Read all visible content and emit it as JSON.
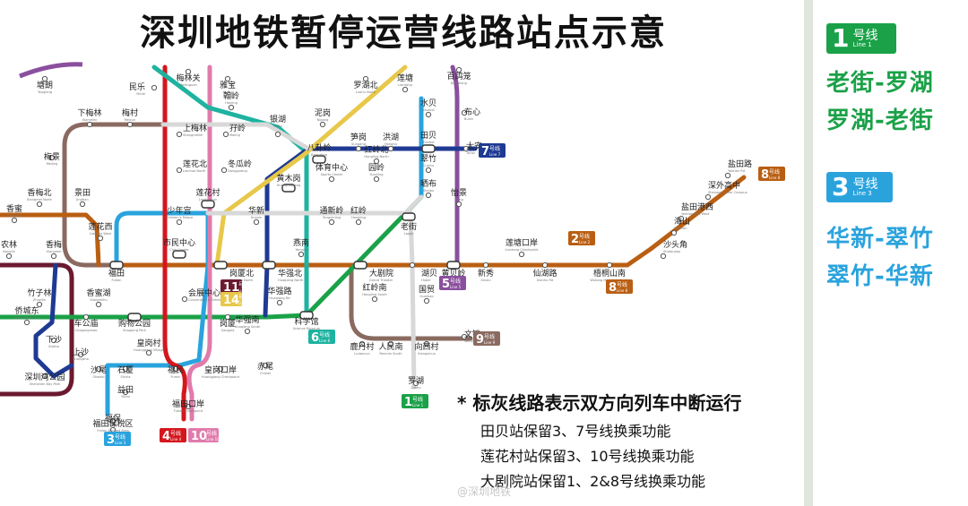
{
  "title": "深圳地铁暂停运营线路站点示意",
  "colors": {
    "line1": "#1ba148",
    "line2": "#b95f13",
    "line3": "#2aa3dd",
    "line4": "#d5161d",
    "line5": "#8a4f9e",
    "line6": "#1eb3a0",
    "line7": "#1f3a93",
    "line8": "#b95f13",
    "line9": "#8a6a60",
    "line10": "#e07bab",
    "line11": "#6b1a30",
    "line14": "#e7c84a",
    "suspended": "#d8d8d8"
  },
  "legend": [
    {
      "num": "1",
      "suffix": "号线",
      "en": "Line 1",
      "color": "#1ba148",
      "routes": [
        "老街-罗湖",
        "罗湖-老街"
      ]
    },
    {
      "num": "3",
      "suffix": "号线",
      "en": "Line 3",
      "color": "#2aa3dd",
      "routes": [
        "华新-翠竹",
        "翠竹-华新"
      ]
    }
  ],
  "notes": {
    "head": "* 标灰线路表示双方向列车中断运行",
    "lines": [
      "田贝站保留3、7号线换乘功能",
      "莲花村站保留3、10号线换乘功能",
      "大剧院站保留1、2&8号线换乘功能"
    ]
  },
  "watermark": "@深圳地铁",
  "stations": [
    {
      "name": "塘朗",
      "en": "Tanglang"
    },
    {
      "name": "梅林关",
      "en": "Meilinguan"
    },
    {
      "name": "民乐",
      "en": "Minle"
    },
    {
      "name": "雅宝",
      "en": "Yabao"
    },
    {
      "name": "罗湖北",
      "en": "Luohu North"
    },
    {
      "name": "莲塘",
      "en": "Liantang"
    },
    {
      "name": "百鸽笼",
      "en": "Baigelong"
    },
    {
      "name": "下梅林",
      "en": "Xiameilin"
    },
    {
      "name": "梅村",
      "en": "Meicun"
    },
    {
      "name": "翰岭",
      "en": "Hanling"
    },
    {
      "name": "泥岗",
      "en": "Nigang"
    },
    {
      "name": "水贝",
      "en": "Shuibei"
    },
    {
      "name": "布心",
      "en": "Buxin"
    },
    {
      "name": "上梅林",
      "en": "Shangmeilin"
    },
    {
      "name": "孖岭",
      "en": "Maling"
    },
    {
      "name": "银湖",
      "en": "Yinhu"
    },
    {
      "name": "笋岗",
      "en": "Sungang"
    },
    {
      "name": "洪湖",
      "en": "Honghu"
    },
    {
      "name": "田贝",
      "en": "Tianbei"
    },
    {
      "name": "太安",
      "en": "Tai'an"
    },
    {
      "name": "梅景",
      "en": "Meijing"
    },
    {
      "name": "莲花北",
      "en": "Lianhua North"
    },
    {
      "name": "冬瓜岭",
      "en": "Dongguaing"
    },
    {
      "name": "八卦岭",
      "en": "Bagualing"
    },
    {
      "name": "红岭北",
      "en": "Hongling North"
    },
    {
      "name": "翠竹",
      "en": "Cuizhu"
    },
    {
      "name": "黄木岗",
      "en": "Huangmugang"
    },
    {
      "name": "体育中心",
      "en": "Sports Center"
    },
    {
      "name": "园岭",
      "en": "Yuanling"
    },
    {
      "name": "晒布",
      "en": "Shaibu"
    },
    {
      "name": "盐田路",
      "en": "Yantian Rd"
    },
    {
      "name": "深外高中",
      "en": "Shenwai Senior Campus"
    },
    {
      "name": "怡景",
      "en": "Yijing"
    },
    {
      "name": "香梅北",
      "en": "Xiangmei North"
    },
    {
      "name": "景田",
      "en": "Jingtian"
    },
    {
      "name": "莲花村",
      "en": "Lianhuacun"
    },
    {
      "name": "盐田港西",
      "en": "Yantian Port West"
    },
    {
      "name": "香蜜",
      "en": "Xiangmi"
    },
    {
      "name": "少年宫",
      "en": "Children's Palace"
    },
    {
      "name": "华新",
      "en": "Huaxin"
    },
    {
      "name": "通新岭",
      "en": "Tongxinling"
    },
    {
      "name": "红岭",
      "en": "Hongling"
    },
    {
      "name": "老街",
      "en": "Laojie"
    },
    {
      "name": "莲花西",
      "en": "Lianhua West"
    },
    {
      "name": "海山",
      "en": "Haishan"
    },
    {
      "name": "农林",
      "en": "Nonglin"
    },
    {
      "name": "香梅",
      "en": "Xiangmei"
    },
    {
      "name": "市民中心",
      "en": "Civic Center"
    },
    {
      "name": "燕南",
      "en": "Yannan"
    },
    {
      "name": "莲塘口岸",
      "en": "Liantang Checkpoint"
    },
    {
      "name": "沙头角",
      "en": "Shatoujiao"
    },
    {
      "name": "福田",
      "en": "Futian"
    },
    {
      "name": "岗厦北",
      "en": "Gangxia North"
    },
    {
      "name": "华强北",
      "en": "Huaqiang North"
    },
    {
      "name": "大剧院",
      "en": "Grand Theater"
    },
    {
      "name": "湖贝",
      "en": "Hubei"
    },
    {
      "name": "黄贝岭",
      "en": "Huangbeiling"
    },
    {
      "name": "新秀",
      "en": "Xinxiu"
    },
    {
      "name": "仙湖路",
      "en": "Xianhu Rd"
    },
    {
      "name": "梧桐山南",
      "en": "Wutong Mountain South"
    },
    {
      "name": "竹子林",
      "en": "Zhuzilin"
    },
    {
      "name": "香蜜湖",
      "en": "Xiangmihu"
    },
    {
      "name": "会展中心",
      "en": "Convention & Exhibition Center"
    },
    {
      "name": "红岭南",
      "en": "Hongling South"
    },
    {
      "name": "国贸",
      "en": "Guomao"
    },
    {
      "name": "侨城东",
      "en": "Qiaocheng East"
    },
    {
      "name": "车公庙",
      "en": "Chegongmiao"
    },
    {
      "name": "购物公园",
      "en": "Shopping Park"
    },
    {
      "name": "岗厦",
      "en": "Gangxia"
    },
    {
      "name": "华强路",
      "en": "Huaqiang Rd"
    },
    {
      "name": "科学馆",
      "en": "Science Museum"
    },
    {
      "name": "华强南",
      "en": "Huaqiang South"
    },
    {
      "name": "文锦",
      "en": "Wenjin"
    },
    {
      "name": "下沙",
      "en": "Xiasha"
    },
    {
      "name": "上沙",
      "en": "Shangsha"
    },
    {
      "name": "皇岗村",
      "en": "Huanggang Village"
    },
    {
      "name": "鹿丹村",
      "en": "Ludancun"
    },
    {
      "name": "人民南",
      "en": "Renmin South"
    },
    {
      "name": "向西村",
      "en": "Xiangxicun"
    },
    {
      "name": "沙尾",
      "en": "Shawei"
    },
    {
      "name": "石厦",
      "en": "Shixia"
    },
    {
      "name": "福民",
      "en": "Fumin"
    },
    {
      "name": "皇岗口岸",
      "en": "Huanggang Checkpoint"
    },
    {
      "name": "赤尾",
      "en": "Chiwei"
    },
    {
      "name": "深圳湾公园",
      "en": "Shenzhen Bay Park"
    },
    {
      "name": "益田",
      "en": "Yitian"
    },
    {
      "name": "罗湖",
      "en": "Luohu"
    },
    {
      "name": "福田口岸",
      "en": "Futian Checkpoint"
    },
    {
      "name": "福保",
      "en": "Fubao"
    },
    {
      "name": "福田保税区",
      "en": "Futian Bonded Area"
    }
  ],
  "line_badges": [
    {
      "num": "7",
      "suffix": "号线",
      "en": "Line 7",
      "color": "#1f3a93"
    },
    {
      "num": "8",
      "suffix": "号线",
      "en": "Line 8",
      "color": "#b95f13"
    },
    {
      "num": "2",
      "suffix": "号线",
      "en": "Line 2",
      "color": "#b95f13"
    },
    {
      "num": "11",
      "suffix": "号线",
      "en": "Line 11",
      "color": "#6b1a30"
    },
    {
      "num": "14",
      "suffix": "号线",
      "en": "Line 14",
      "color": "#e7c84a"
    },
    {
      "num": "5",
      "suffix": "号线",
      "en": "Line 5",
      "color": "#8a4f9e"
    },
    {
      "num": "8",
      "suffix": "号线",
      "en": "Line 8",
      "color": "#b95f13"
    },
    {
      "num": "6",
      "suffix": "号线",
      "en": "Line 6",
      "color": "#1eb3a0"
    },
    {
      "num": "9",
      "suffix": "号线",
      "en": "Line 9",
      "color": "#8a6a60"
    },
    {
      "num": "1",
      "suffix": "号线",
      "en": "Line 1",
      "color": "#1ba148"
    },
    {
      "num": "3",
      "suffix": "号线",
      "en": "Line 3",
      "color": "#2aa3dd"
    },
    {
      "num": "4",
      "suffix": "号线",
      "en": "Line 4",
      "color": "#d5161d"
    },
    {
      "num": "10",
      "suffix": "号线",
      "en": "Line 10",
      "color": "#e07bab"
    }
  ]
}
